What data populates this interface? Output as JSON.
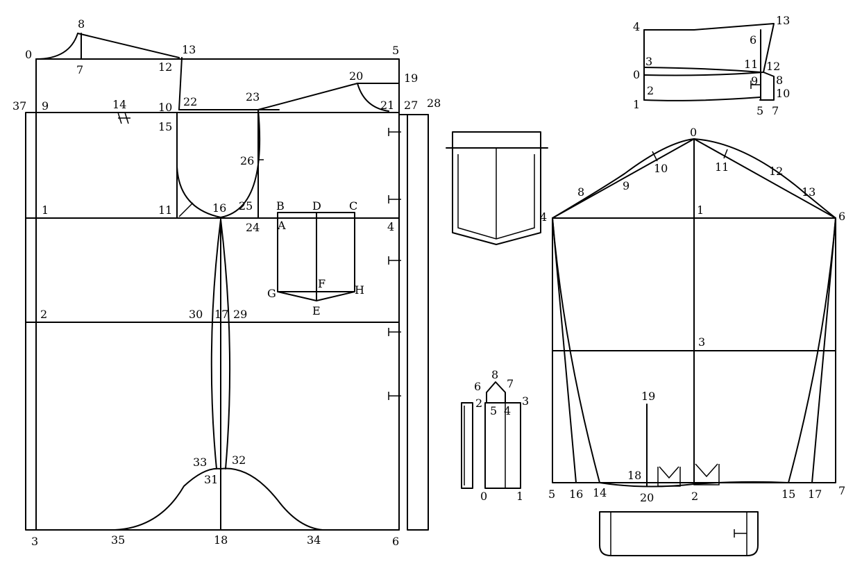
{
  "bodice": {
    "labels": [
      "0",
      "8",
      "7",
      "12",
      "13",
      "5",
      "19",
      "20",
      "37",
      "9",
      "14",
      "10",
      "22",
      "23",
      "21",
      "27",
      "28",
      "15",
      "26",
      "1",
      "11",
      "16",
      "25",
      "24",
      "4",
      "B",
      "D",
      "C",
      "A",
      "F",
      "G",
      "H",
      "E",
      "2",
      "30",
      "17",
      "29",
      "33",
      "32",
      "31",
      "3",
      "35",
      "18",
      "34",
      "6"
    ]
  },
  "collar": {
    "labels": [
      "4",
      "13",
      "6",
      "3",
      "11",
      "12",
      "0",
      "8",
      "9",
      "2",
      "10",
      "1",
      "5",
      "7"
    ]
  },
  "sleeve": {
    "labels": [
      "0",
      "10",
      "11",
      "8",
      "9",
      "12",
      "13",
      "4",
      "1",
      "6",
      "3",
      "19",
      "18",
      "5",
      "16",
      "14",
      "20",
      "2",
      "15",
      "17",
      "7"
    ]
  },
  "placket": {
    "labels": [
      "8",
      "6",
      "7",
      "2",
      "3",
      "5",
      "4",
      "0",
      "1"
    ]
  },
  "colors": {
    "line": "#000000",
    "background": "#ffffff"
  }
}
